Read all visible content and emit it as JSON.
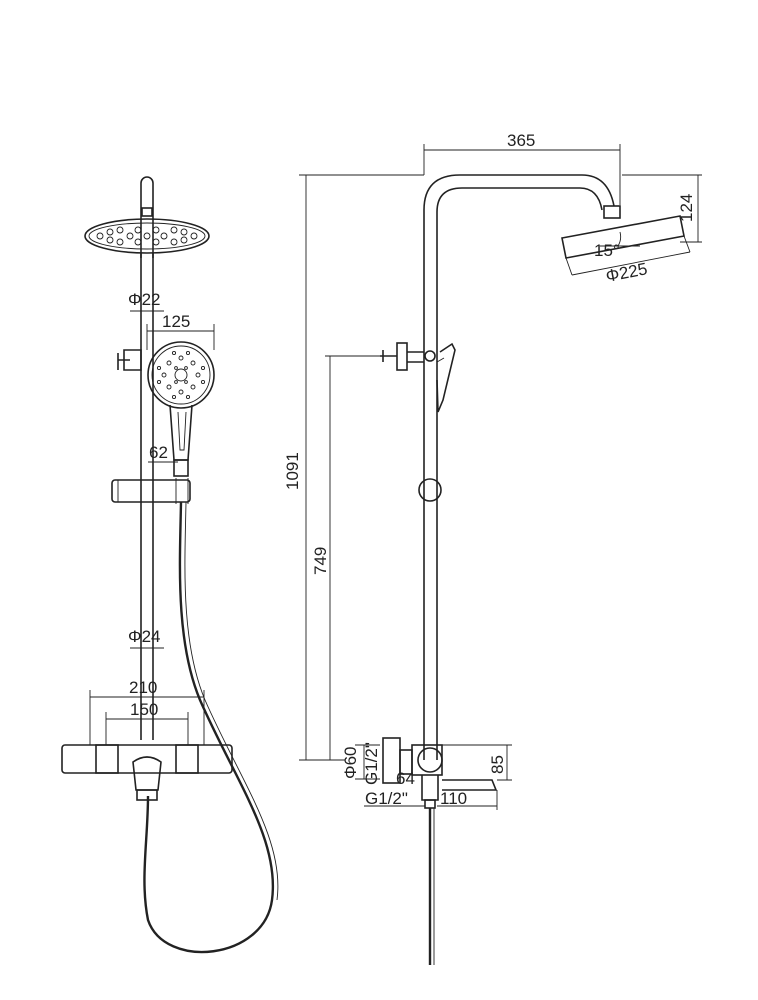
{
  "front_view": {
    "labels": {
      "pipe_diameter_top": "Φ22",
      "hand_shower_width": "125",
      "hand_shower_neck": "62",
      "pipe_diameter_bottom": "Φ24",
      "mixer_width": "210",
      "mixer_spacing": "150"
    }
  },
  "side_view": {
    "labels": {
      "arm_reach": "365",
      "head_drop": "124",
      "tilt_angle": "15°",
      "head_diameter": "Φ225",
      "total_height": "1091",
      "bracket_height": "749",
      "flange_diameter": "Φ60",
      "inlet_thread_top": "G1/2\"",
      "body_depth": "64",
      "mixer_height": "85",
      "inlet_thread_bottom": "G1/2\"",
      "spout_length": "110"
    }
  }
}
